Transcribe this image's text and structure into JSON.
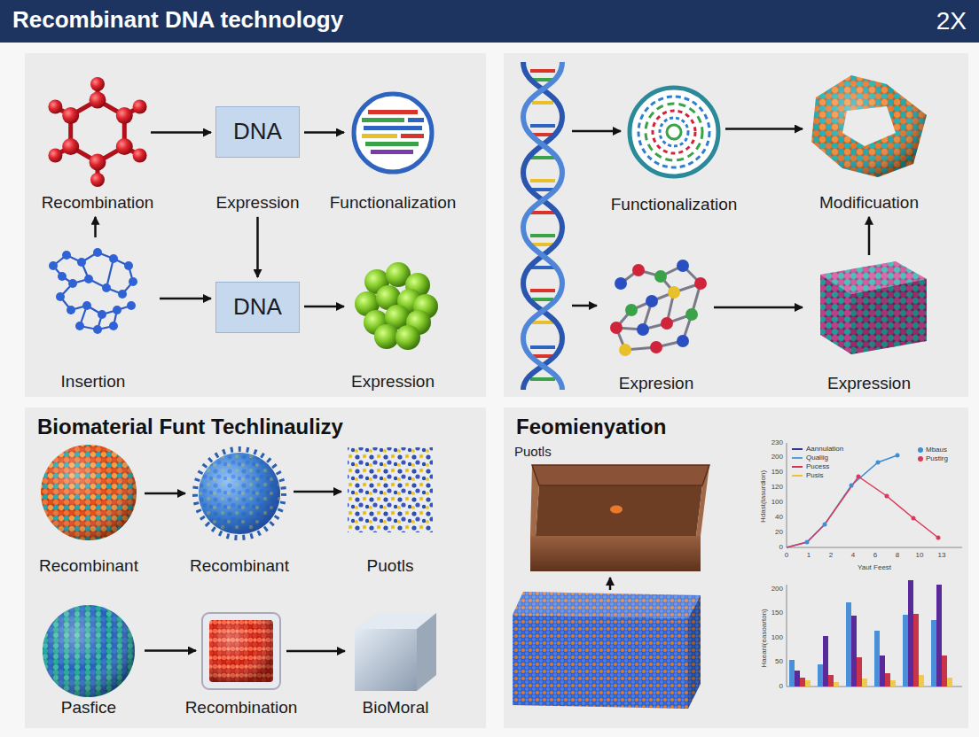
{
  "diagram": {
    "title": "Recombinant DNA technology",
    "nodes": [
      {
        "text": [
          "Recombination"
        ]
      },
      {
        "text": [
          "DNA",
          "Expression"
        ]
      },
      {
        "text": [
          "Functionalization"
        ]
      },
      {
        "text": [
          "Insertion"
        ]
      },
      {
        "text": [
          "DNA"
        ]
      },
      {
        "text": [
          "Expression"
        ]
      },
      {
        "text": [
          "Functionalization"
        ]
      },
      {
        "text": [
          "Modificuation"
        ]
      },
      {
        "text": [
          "Expresion"
        ]
      },
      {
        "text": [
          "Expression"
        ]
      },
      {
        "text": [
          "Biomaterial Funt Techlinaulizy"
        ]
      },
      {
        "text": [
          "Recombinant"
        ],
        "in": 10
      },
      {
        "text": [
          "Recombinant"
        ],
        "in": 10
      },
      {
        "text": [
          "Puotls"
        ],
        "in": 10
      },
      {
        "text": [
          "Pasfice"
        ],
        "in": 10
      },
      {
        "text": [
          "Recombination"
        ],
        "in": 10
      },
      {
        "text": [
          "BioMoral"
        ],
        "in": 10
      },
      {
        "text": [
          "Feomienyation"
        ]
      },
      {
        "text": [
          "Puotls"
        ],
        "in": 17
      }
    ],
    "edges": [
      {
        "from": 0,
        "to": 1,
        "arrow": "to"
      },
      {
        "from": 1,
        "to": 2,
        "arrow": "to"
      },
      {
        "from": 3,
        "to": 0,
        "arrow": "to"
      },
      {
        "from": 1,
        "to": 4,
        "arrow": "to"
      },
      {
        "from": 3,
        "to": 4,
        "arrow": "to"
      },
      {
        "from": 4,
        "to": 5,
        "arrow": "to"
      },
      {
        "from": 6,
        "to": 7,
        "arrow": "to"
      },
      {
        "from": 8,
        "to": 9,
        "arrow": "to"
      },
      {
        "from": 9,
        "to": 7,
        "arrow": "to"
      },
      {
        "from": 11,
        "to": 12,
        "arrow": "to"
      },
      {
        "from": 12,
        "to": 13,
        "arrow": "to"
      },
      {
        "from": 14,
        "to": 15,
        "arrow": "to"
      },
      {
        "from": 15,
        "to": 16,
        "arrow": "to"
      }
    ],
    "labels": [
      "2X",
      "230",
      "200",
      "150",
      "120",
      "100",
      "40",
      "20",
      "0",
      "0",
      "1",
      "2",
      "4",
      "6",
      "8",
      "10",
      "13",
      "Yaut Feest",
      "Hdast(tasurdion)",
      "200",
      "150",
      "100",
      "50",
      "0",
      "Haeanl(easoarton)"
    ],
    "legend": [
      {
        "text": "Aannulation"
      },
      {
        "text": "Qualiig"
      },
      {
        "text": "Pucess"
      },
      {
        "text": "Pusis"
      },
      {
        "text": "Mbaus"
      },
      {
        "text": "Pustirg"
      }
    ]
  }
}
